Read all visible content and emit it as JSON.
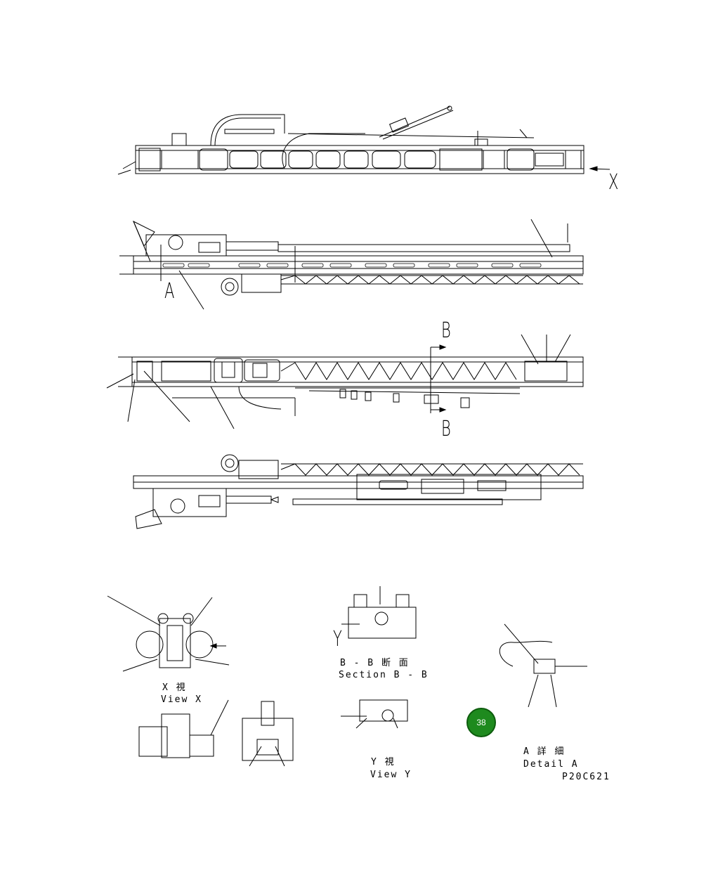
{
  "labels": {
    "x_arrow": "X",
    "a_callout": "A",
    "b_top": "B",
    "b_bottom": "B",
    "y_callout": "Y",
    "section_bb_jp": "B - B 断 面",
    "section_bb_en": "Section B - B",
    "view_x_jp": "X 視",
    "view_x_en": "View X",
    "view_y_jp": "Y 視",
    "view_y_en": "View Y",
    "detail_a_jp": "A 詳 細",
    "detail_a_en": "Detail A",
    "drawing_no": "P20C621"
  },
  "badge": {
    "label": "38",
    "color": "#1e8a1e"
  }
}
